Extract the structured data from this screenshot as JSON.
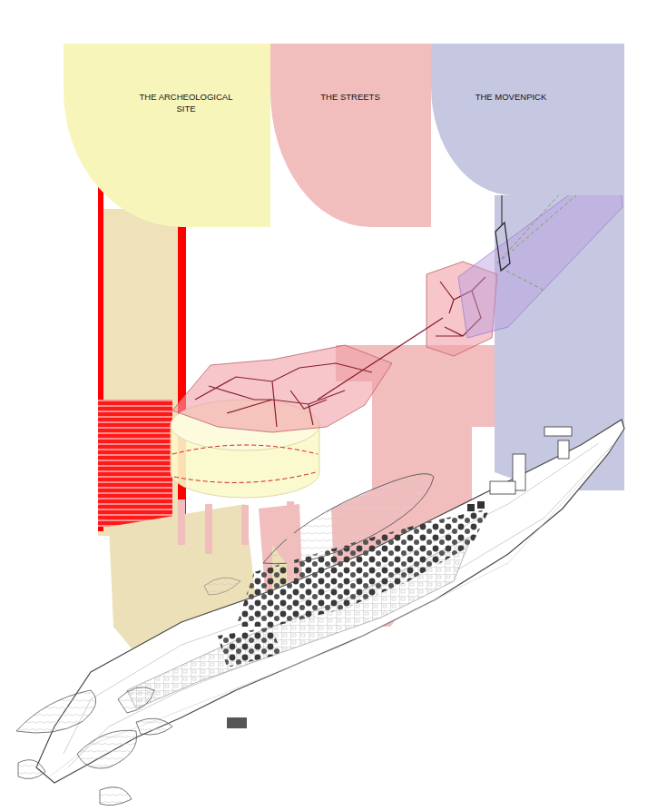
{
  "diagram": {
    "nodes": [
      {
        "text": [
          "THE ARCHEOLOGICAL SITE"
        ]
      },
      {
        "text": [
          "THE STREETS"
        ]
      },
      {
        "text": [
          "THE MOVENPICK"
        ]
      }
    ]
  }
}
